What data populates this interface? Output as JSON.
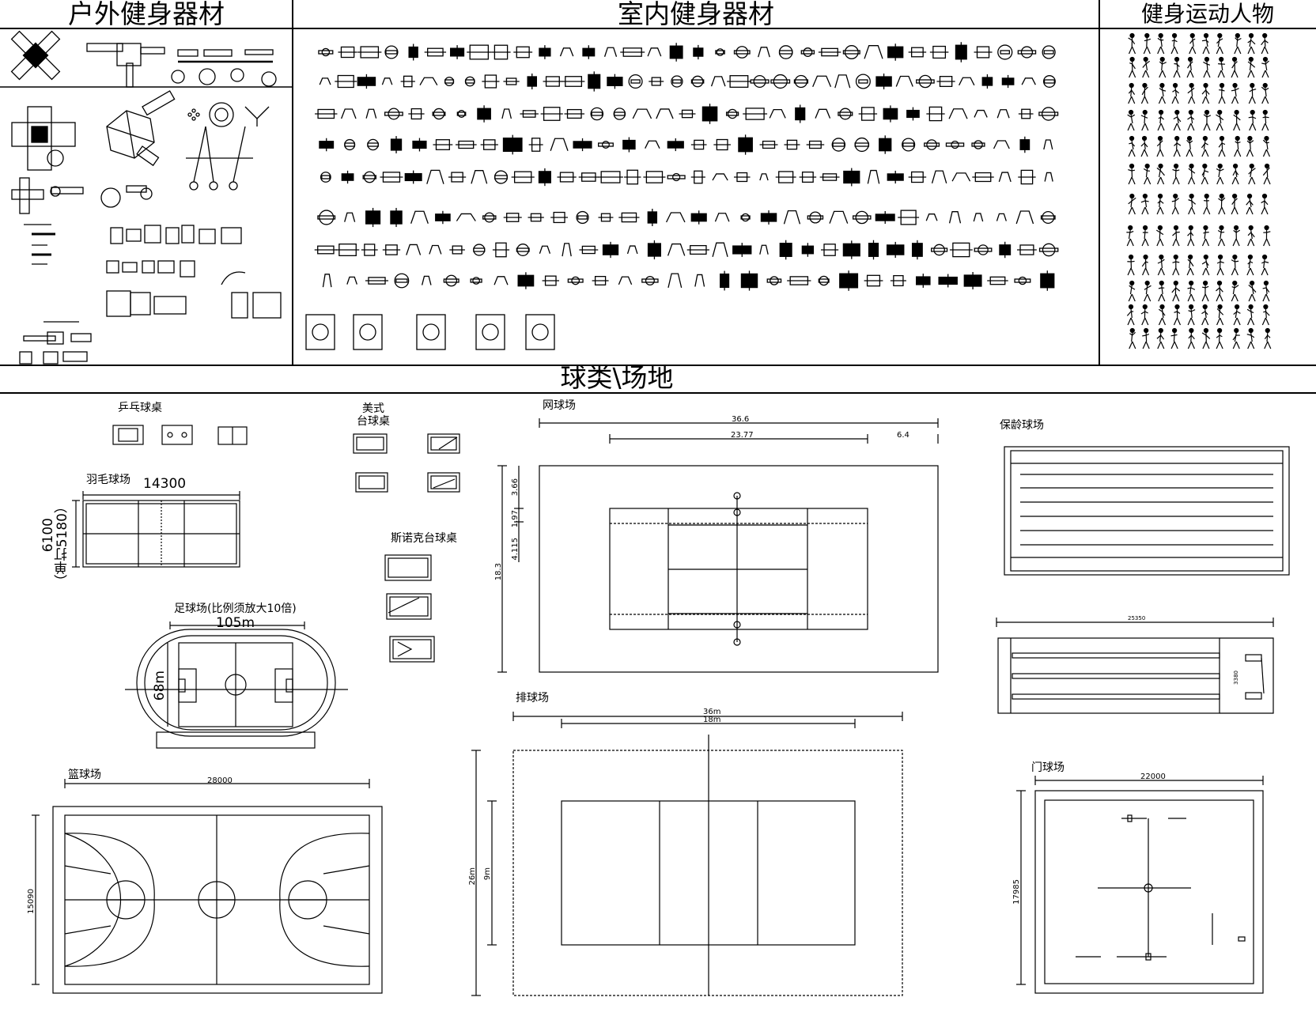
{
  "sections": {
    "outdoor": "户外健身器材",
    "indoor": "室内健身器材",
    "people": "健身运动人物",
    "ball": "球类\\场地"
  },
  "courts": {
    "pingpong": {
      "label": "乒乓球桌"
    },
    "badminton": {
      "label": "羽毛球场",
      "length": "14300",
      "width": "6100",
      "singles": "（单打5180）"
    },
    "football": {
      "label": "足球场(比例须放大10倍)",
      "length": "105m",
      "width": "68m"
    },
    "basketball": {
      "label": "篮球场",
      "length": "28000",
      "width": "15090"
    },
    "american_pool": {
      "label_line1": "美式",
      "label_line2": "台球桌"
    },
    "snooker": {
      "label": "斯诺克台球桌"
    },
    "tennis": {
      "label": "网球场",
      "total": "36.6",
      "baseline": "23.77",
      "runback": "6.4",
      "d1": "3.66",
      "d2": "1.97",
      "d3": "4.115",
      "width": "18.3"
    },
    "volleyball": {
      "label": "排球场",
      "total": "36m",
      "court": "18m",
      "total_w": "26m",
      "court_w": "9m"
    },
    "bowling": {
      "label": "保龄球场",
      "length": "25350",
      "lane": "3380"
    },
    "gateball": {
      "label": "门球场",
      "length": "22000",
      "width": "17985"
    }
  },
  "colors": {
    "line": "#000000",
    "background": "#ffffff"
  }
}
